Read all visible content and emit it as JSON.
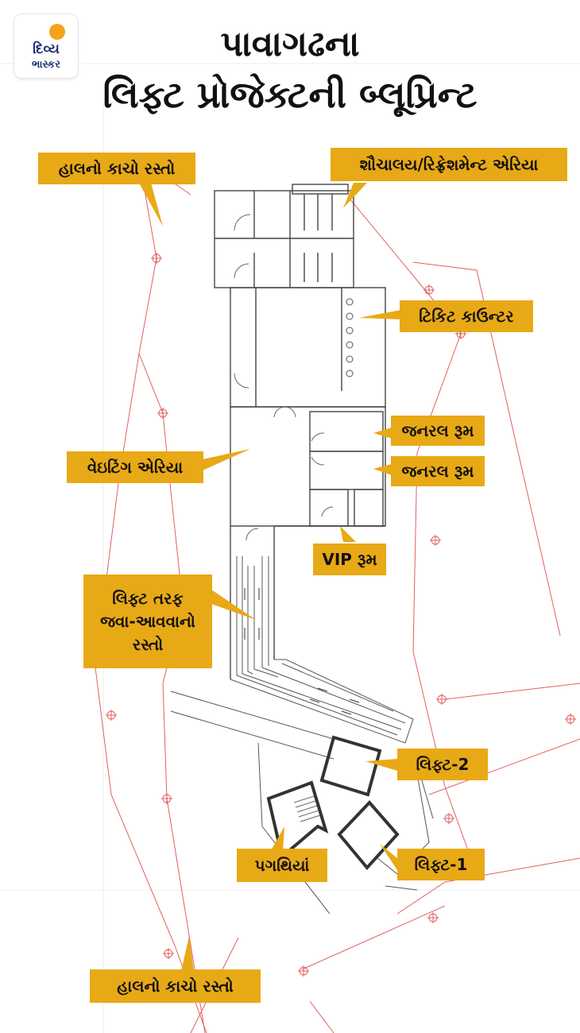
{
  "brand": {
    "line1": "દિવ્ય",
    "line2": "ભાસ્કર"
  },
  "title": {
    "line1": "પાવાગઢના",
    "line2": "લિફ્ટ પ્રોજેક્ટની બ્લૂપ્રિન્ટ"
  },
  "labels": {
    "current_path_top": "હાલનો કાચો રસ્તો",
    "toilet_refreshment": "શૌચાલય/રિફ્રેશમેન્ટ એરિયા",
    "ticket_counter": "ટિકિટ કાઉન્ટર",
    "general_room_1": "જનરલ રૂમ",
    "general_room_2": "જનરલ રૂમ",
    "waiting_area": "વેઇટિંગ એરિયા",
    "vip_room": "VIP રૂમ",
    "lift_path": "લિફ્ટ તરફ જવા-આવવાનો રસ્તો",
    "lift_2": "લિફ્ટ-2",
    "stairs": "પગથિયાં",
    "lift_1": "લિફ્ટ-1",
    "current_path_bottom": "હાલનો કાચો રસ્તો"
  },
  "colors": {
    "label_bg": "#e8a916",
    "wall": "#333333",
    "site_line": "#e06060",
    "logo_blue": "#1c2d78",
    "logo_sun": "#f7a21b"
  }
}
